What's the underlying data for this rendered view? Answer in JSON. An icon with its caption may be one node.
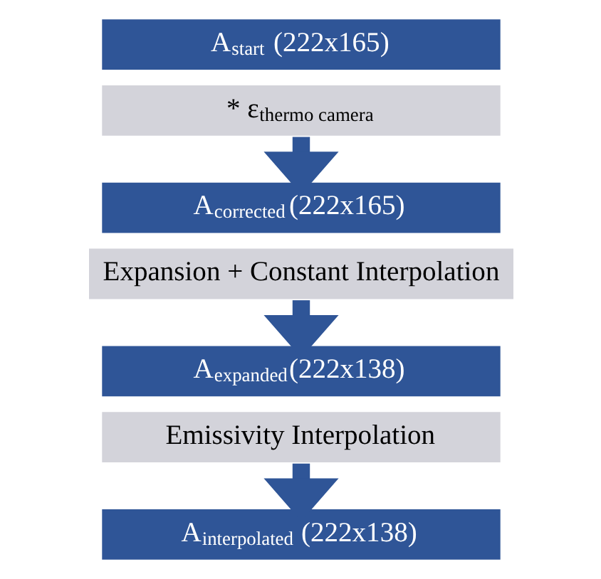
{
  "diagram": {
    "nodes": [
      {
        "text": [
          "A$_{start}$ (222x165)"
        ]
      },
      {
        "text": [
          "* ε$_{thermo camera}$"
        ]
      },
      {
        "text": [
          "A$_{corrected}$(222x165)"
        ]
      },
      {
        "text": [
          "Expansion + Constant Interpolation"
        ]
      },
      {
        "text": [
          "A$_{expanded}$(222x138)"
        ]
      },
      {
        "text": [
          "Emissivity Interpolation"
        ]
      },
      {
        "text": [
          "A$_{interpolated}$ (222x138)"
        ]
      }
    ],
    "edges": [
      {
        "from": 1,
        "to": 2,
        "arrow": "to"
      },
      {
        "from": 3,
        "to": 4,
        "arrow": "to"
      },
      {
        "from": 5,
        "to": 6,
        "arrow": "to"
      }
    ]
  }
}
